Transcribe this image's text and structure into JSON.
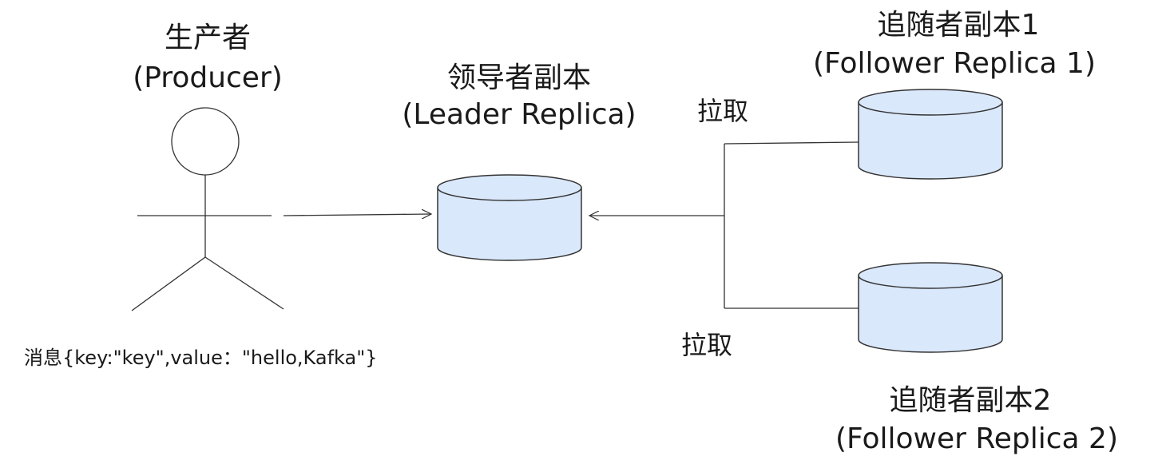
{
  "producer": {
    "title": "生产者",
    "subtitle": "(Producer)",
    "message": "消息{key:\"key\",value：\"hello,Kafka\"}"
  },
  "leader": {
    "title": "领导者副本",
    "subtitle": "(Leader Replica)"
  },
  "follower1": {
    "title": "追随者副本1",
    "subtitle": "(Follower Replica 1)"
  },
  "follower2": {
    "title": "追随者副本2",
    "subtitle": "(Follower Replica 2)"
  },
  "pull_labels": [
    "拉取",
    "拉取"
  ],
  "colors": {
    "cylinder_fill": "#dae8fc",
    "stroke": "#333333"
  }
}
